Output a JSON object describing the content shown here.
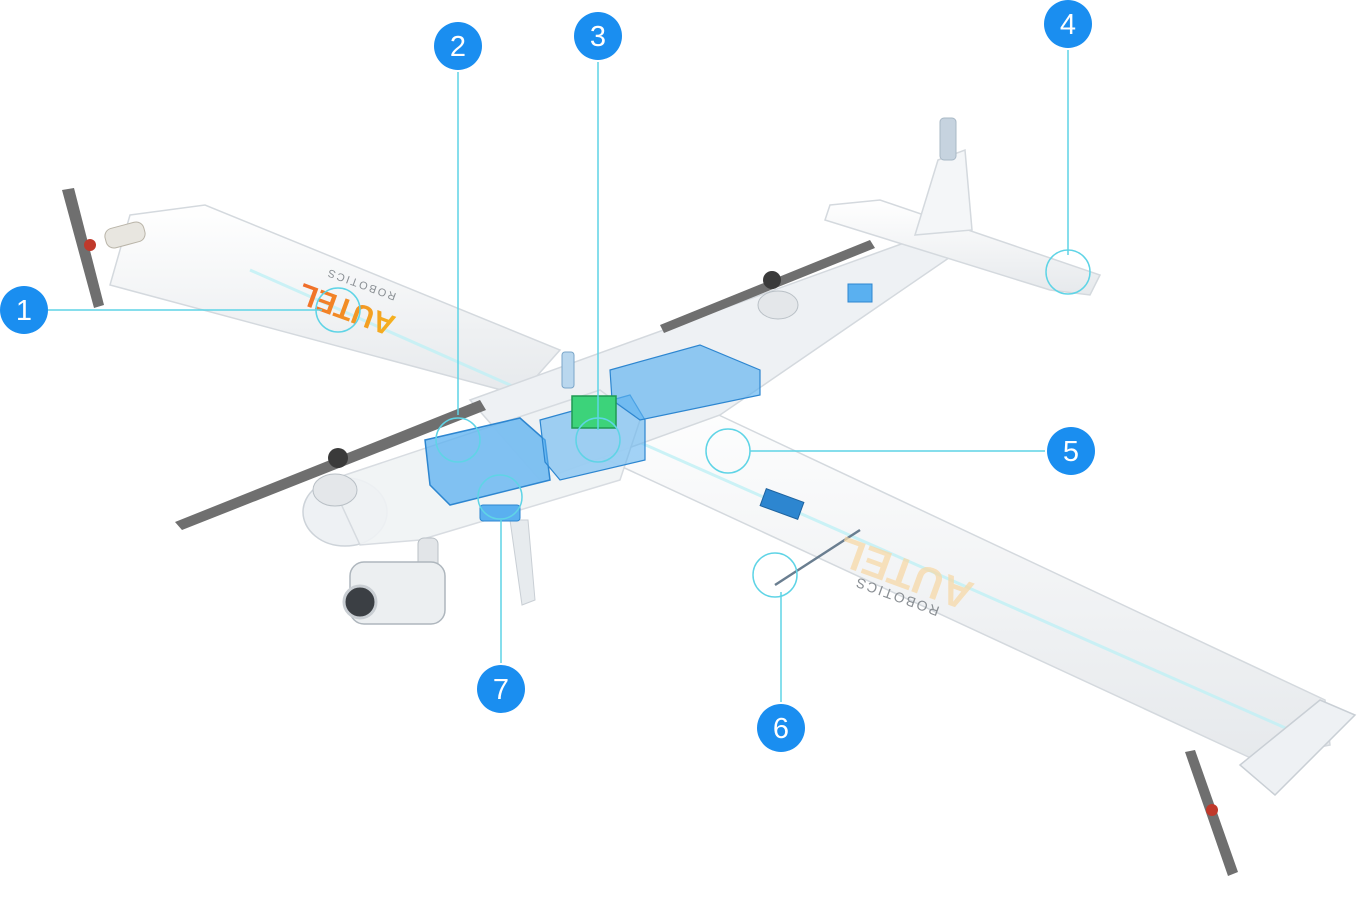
{
  "colors": {
    "marker_fill": "#1a8ef0",
    "marker_text": "#ffffff",
    "callout_line": "#5fd4e6",
    "airframe": "#f2f4f6",
    "airframe_edge": "#d4d9de",
    "component_blue": "#5ab0f0",
    "component_green": "#3cd37a",
    "propeller": "#6f6f6f"
  },
  "airframe_logo": {
    "wordmark": "AUTEL",
    "subtitle": "ROBOTICS"
  },
  "markers": [
    {
      "id": 1,
      "label": "1"
    },
    {
      "id": 2,
      "label": "2"
    },
    {
      "id": 3,
      "label": "3"
    },
    {
      "id": 4,
      "label": "4"
    },
    {
      "id": 5,
      "label": "5"
    },
    {
      "id": 6,
      "label": "6"
    },
    {
      "id": 7,
      "label": "7"
    }
  ]
}
